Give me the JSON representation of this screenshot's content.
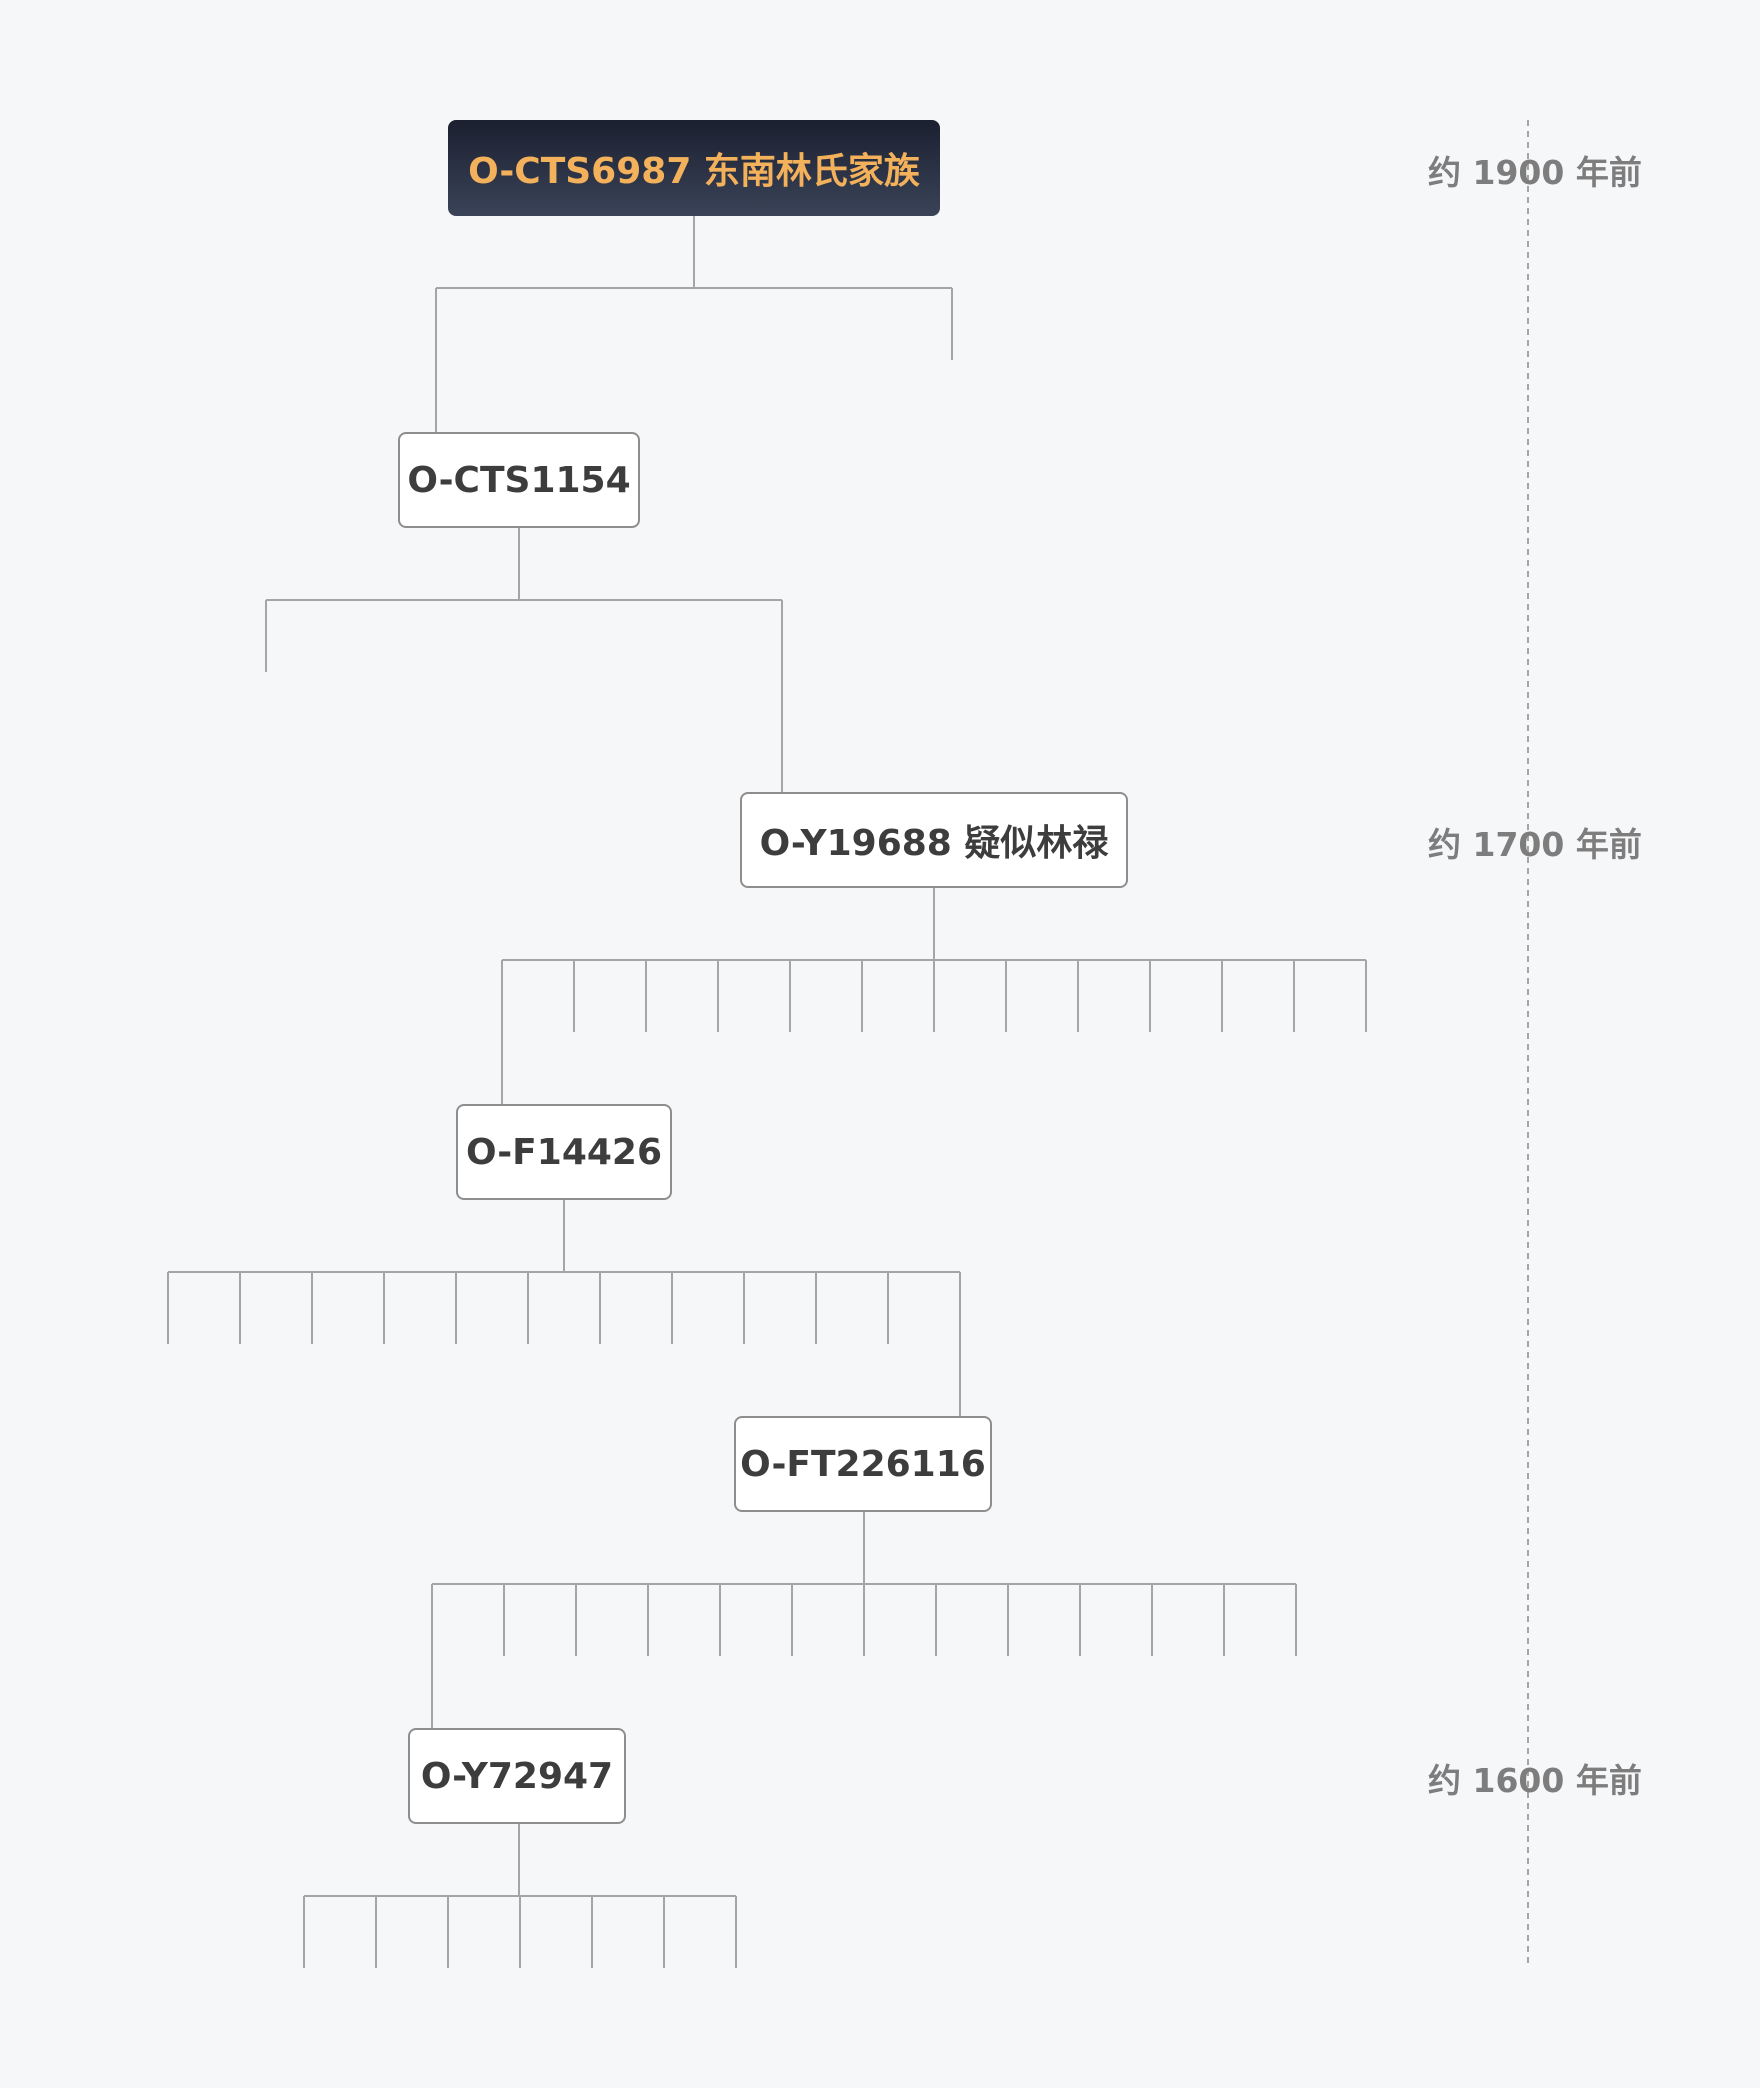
{
  "diagram": {
    "nodes": [
      {
        "id": "root",
        "label": "O-CTS6987 东南林氏家族",
        "highlight": true
      },
      {
        "id": "n1",
        "label": "O-CTS1154"
      },
      {
        "id": "n2",
        "label": "O-Y19688 疑似林禄"
      },
      {
        "id": "n3",
        "label": "O-F14426"
      },
      {
        "id": "n4",
        "label": "O-FT226116"
      },
      {
        "id": "n5",
        "label": "O-Y72947"
      }
    ],
    "branches": [
      {
        "parent": "root",
        "child_count": 2,
        "continues": "n1"
      },
      {
        "parent": "n1",
        "child_count": 2,
        "continues": "n2"
      },
      {
        "parent": "n2",
        "child_count": 13,
        "continues": "n3"
      },
      {
        "parent": "n3",
        "child_count": 12,
        "continues": "n4"
      },
      {
        "parent": "n4",
        "child_count": 13,
        "continues": "n5"
      },
      {
        "parent": "n5",
        "child_count": 7
      }
    ],
    "timeline": [
      {
        "label": "约 1900 年前",
        "aligned_to": "root"
      },
      {
        "label": "约 1700 年前",
        "aligned_to": "n2"
      },
      {
        "label": "约 1600 年前",
        "aligned_to": "n5"
      }
    ],
    "colors": {
      "background": "#f6f7f9",
      "line": "#a5a5a5",
      "node_border": "#8e8e8e",
      "node_text": "#3d3d3d",
      "root_background": "#1b2030",
      "root_text": "#f4b15b",
      "timeline_text": "#7d7d7d"
    }
  }
}
